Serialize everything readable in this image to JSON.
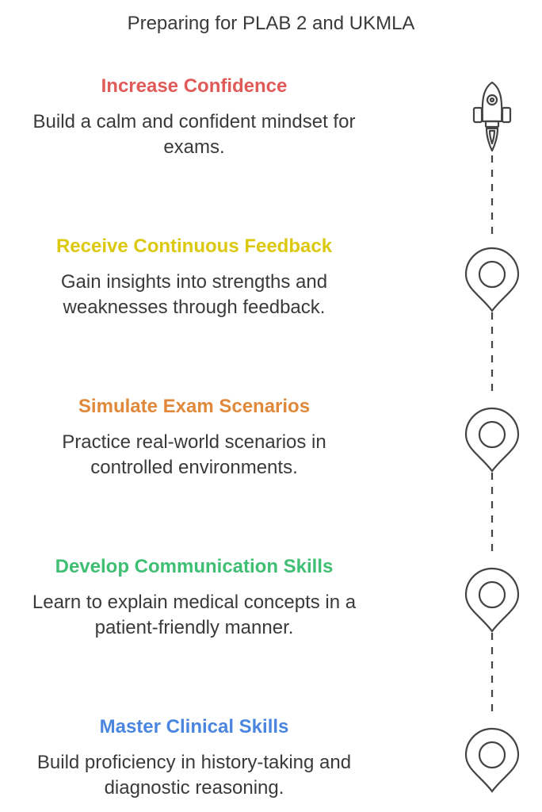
{
  "title": "Preparing for PLAB 2 and UKMLA",
  "steps": [
    {
      "title": "Increase Confidence",
      "description": "Build a calm and confident mindset for exams.",
      "color": "#e05a57",
      "icon": "rocket-icon"
    },
    {
      "title": "Receive Continuous Feedback",
      "description": "Gain insights into strengths and weaknesses through feedback.",
      "color": "#dcc80e",
      "icon": "map-pin-icon"
    },
    {
      "title": "Simulate Exam Scenarios",
      "description": "Practice real-world scenarios in controlled environments.",
      "color": "#e0893a",
      "icon": "map-pin-icon"
    },
    {
      "title": "Develop Communication Skills",
      "description": "Learn to explain medical concepts in a patient-friendly manner.",
      "color": "#3fbf73",
      "icon": "map-pin-icon"
    },
    {
      "title": "Master Clinical Skills",
      "description": "Build proficiency in history-taking and diagnostic reasoning.",
      "color": "#4a86e0",
      "icon": "map-pin-icon"
    }
  ],
  "colors": {
    "text": "#3a3a3a",
    "icon_stroke": "#444444"
  }
}
